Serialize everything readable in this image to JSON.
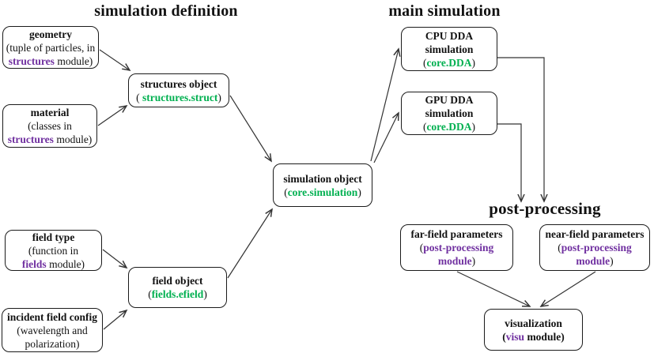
{
  "titles": {
    "simulation_definition": "simulation definition",
    "main_simulation": "main simulation",
    "post_processing": "post-processing"
  },
  "colors": {
    "module_purple": "#7030A0",
    "object_green": "#00B050"
  },
  "boxes": {
    "geometry": {
      "title": "geometry",
      "desc": "(tuple of particles, in",
      "module": "structures",
      "module_rest": " module)"
    },
    "material": {
      "title": "material",
      "desc": "(classes in",
      "module": "structures",
      "module_rest": " module)"
    },
    "structures_object": {
      "title": "structures object",
      "paren_open": "( ",
      "ref": "structures.struct",
      "paren_close": ")"
    },
    "simulation_object": {
      "title": "simulation object",
      "paren_open": "(",
      "ref": "core.simulation",
      "paren_close": ")"
    },
    "cpu_dda": {
      "title_line1": "CPU DDA",
      "title_line2": "simulation",
      "paren_open": "(",
      "ref": "core.DDA",
      "paren_close": ")"
    },
    "gpu_dda": {
      "title_line1": "GPU DDA",
      "title_line2": "simulation",
      "paren_open": "(",
      "ref": "core.DDA",
      "paren_close": ")"
    },
    "far_field": {
      "title": "far-field parameters",
      "paren_open": "(",
      "module_line1": "post-processing",
      "module_line2": "module",
      "paren_close": ")"
    },
    "near_field": {
      "title": "near-field parameters",
      "paren_open": "(",
      "module_line1": "post-processing",
      "module_line2": "module",
      "paren_close": ")"
    },
    "visualization": {
      "title": "visualization",
      "paren_open": "(",
      "module": "visu",
      "module_rest": " module)"
    },
    "field_type": {
      "title": "field type",
      "desc": "(function in",
      "module": "fields",
      "module_rest": " module)"
    },
    "incident_field_config": {
      "title": "incident field config",
      "desc_line1": "(wavelength and",
      "desc_line2": "polarization)"
    },
    "field_object": {
      "title": "field object",
      "paren_open": "(",
      "ref": "fields.efield",
      "paren_close": ")"
    }
  }
}
